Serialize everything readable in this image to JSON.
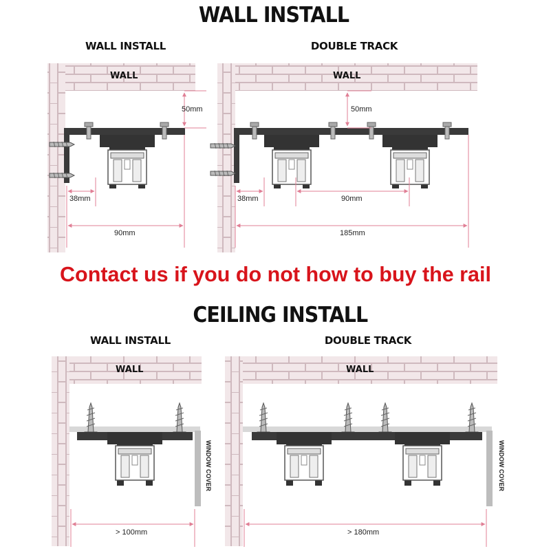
{
  "titles": {
    "wall_install_main": "WALL INSTALL",
    "ceiling_install_main": "CEILING INSTALL",
    "contact": "Contact us if you do not how to buy the rail"
  },
  "panels": {
    "top_left": {
      "title": "WALL INSTALL",
      "wall": "WALL",
      "dim_gap": "50mm",
      "dim_small": "38mm",
      "dim_total": "90mm"
    },
    "top_right": {
      "title": "DOUBLE TRACK",
      "wall": "WALL",
      "dim_gap": "50mm",
      "dim_small": "38mm",
      "dim_mid": "90mm",
      "dim_total": "185mm"
    },
    "bottom_left": {
      "title": "WALL INSTALL",
      "wall": "WALL",
      "side": "WINDOW COVER",
      "dim_total": "> 100mm"
    },
    "bottom_right": {
      "title": "DOUBLE TRACK",
      "wall": "WALL",
      "side": "WINDOW COVER",
      "dim_total": "> 180mm"
    }
  },
  "colors": {
    "brick": "#f1e6e8",
    "mortar": "#d2bfc3",
    "rail": "#3a3a3a",
    "dim": "#e07f95",
    "red": "#d8141b"
  }
}
